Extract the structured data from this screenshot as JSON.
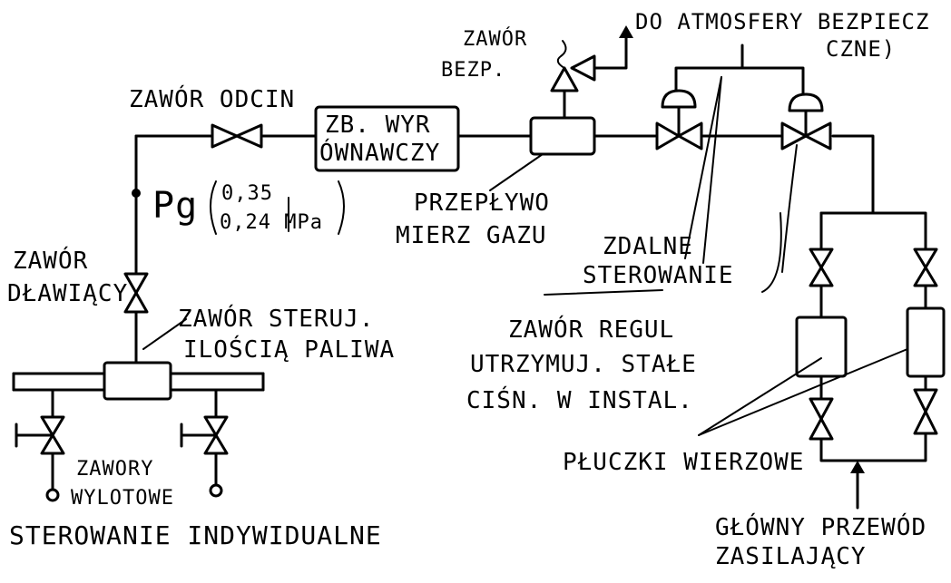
{
  "labels": {
    "zawor_odcin": "ZAWÓR ODCIN",
    "zbiornik_line1": "ZB. WYR",
    "zbiornik_line2": "ÓWNAWCZY",
    "pg": "Pg",
    "pressure_line1": "0,35",
    "pressure_line2": "0,24 MPa",
    "zawor_dlawiacy_line1": "ZAWÓR",
    "zawor_dlawiacy_line2": "DŁAWIĄCY",
    "zawor_sterujacy_line1": "ZAWÓR STERUJ.",
    "zawor_sterujacy_line2": "ILOŚCIĄ PALIWA",
    "zawory_wylotowe_line1": "ZAWORY",
    "zawory_wylotowe_line2": "WYLOTOWE",
    "sterowanie_indywidualne": "STEROWANIE INDYWIDUALNE",
    "zawor_bezp_line1": "ZAWÓR",
    "zawor_bezp_line2": "BEZP.",
    "do_atmosfery_line1": "DO ATMOSFERY BEZPIECZ",
    "do_atmosfery_line2": "CZNE)",
    "przeplywomierz_line1": "PRZEPŁYWO",
    "przeplywomierz_line2": "MIERZ GAZU",
    "zdalne_line1": "ZDALNE",
    "zdalne_line2": "STEROWANIE",
    "zawor_regul_line1": "ZAWÓR REGUL",
    "zawor_regul_line2": "UTRZYMUJ. STAŁE",
    "zawor_regul_line3": "CIŚN. W INSTAL.",
    "pluczki": "PŁUCZKI WIERZOWE",
    "glowny_line1": "GŁÓWNY PRZEWÓD",
    "glowny_line2": "ZASILAJĄCY"
  }
}
